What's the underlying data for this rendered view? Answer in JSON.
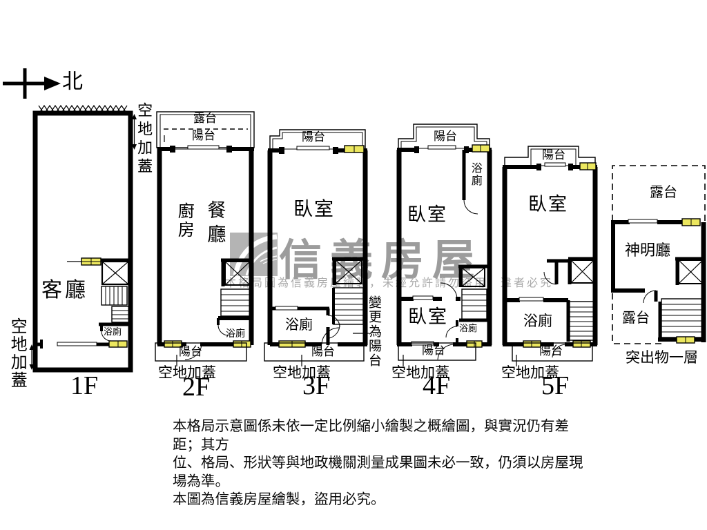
{
  "compass": {
    "north": "北"
  },
  "floor1": {
    "name": "1F",
    "living": "客廳",
    "bath": "浴廁",
    "open_note_left": "空地加蓋",
    "open_note_right": "空地加蓋"
  },
  "floor2": {
    "name": "2F",
    "terrace": "露台",
    "balcony_top": "陽台",
    "kitchen": "廚房",
    "dining": "餐廳",
    "bath": "浴廁",
    "balcony_bottom": "陽台",
    "open_note": "空地加蓋"
  },
  "floor3": {
    "name": "3F",
    "balcony_top": "陽台",
    "bedroom": "臥室",
    "bath": "浴廁",
    "balcony_bottom": "陽台",
    "open_note": "空地加蓋",
    "change_note": "變更為陽台"
  },
  "floor4": {
    "name": "4F",
    "balcony_top": "陽台",
    "bedroom_top": "臥室",
    "bath_top": "浴廁",
    "bedroom_bottom": "臥室",
    "bath_bottom": "浴廁",
    "balcony_bottom": "陽台",
    "open_note": "空地加蓋"
  },
  "floor5": {
    "name": "5F",
    "balcony_top": "陽台",
    "bedroom": "臥室",
    "bath": "浴廁",
    "balcony_bottom": "陽台",
    "open_note": "空地加蓋"
  },
  "roof": {
    "name": "突出物一層",
    "terrace_top": "露台",
    "hall": "神明廳",
    "terrace_bottom": "露台"
  },
  "watermark": {
    "brand": "信義房屋",
    "notice": "本格局圖為信義房屋繪製，未經允許請勿盜用，違者必究"
  },
  "disclaimer": {
    "line1": "本格局示意圖係未依一定比例縮小繪製之概繪圖，與實況仍有差距；其方",
    "line2": "位、格局、形狀等與地政機關測量成果圖未必一致，仍須以房屋現場為準。",
    "line3": "本圖為信義房屋繪製，盜用必究。"
  },
  "colors": {
    "wall": "#000000",
    "window": "#ece75f",
    "watermark_gray": "#b4b4b4"
  }
}
